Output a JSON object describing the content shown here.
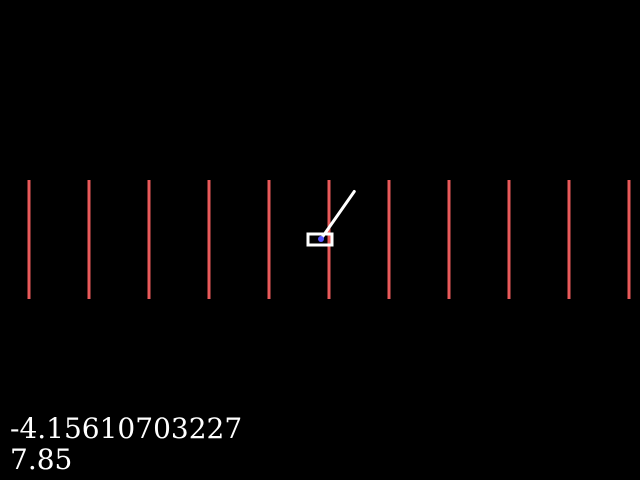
{
  "colors": {
    "background": "#000000",
    "marker_lines": "#e85a5a",
    "cart_outline": "#ffffff",
    "pole": "#ffffff",
    "pivot": "#5555ff",
    "readout_text": "#ffffff"
  },
  "scene": {
    "marker_count": 11,
    "pole_angle_deg": 35
  },
  "readouts": {
    "primary": "-4.15610703227",
    "secondary": "7.85"
  }
}
